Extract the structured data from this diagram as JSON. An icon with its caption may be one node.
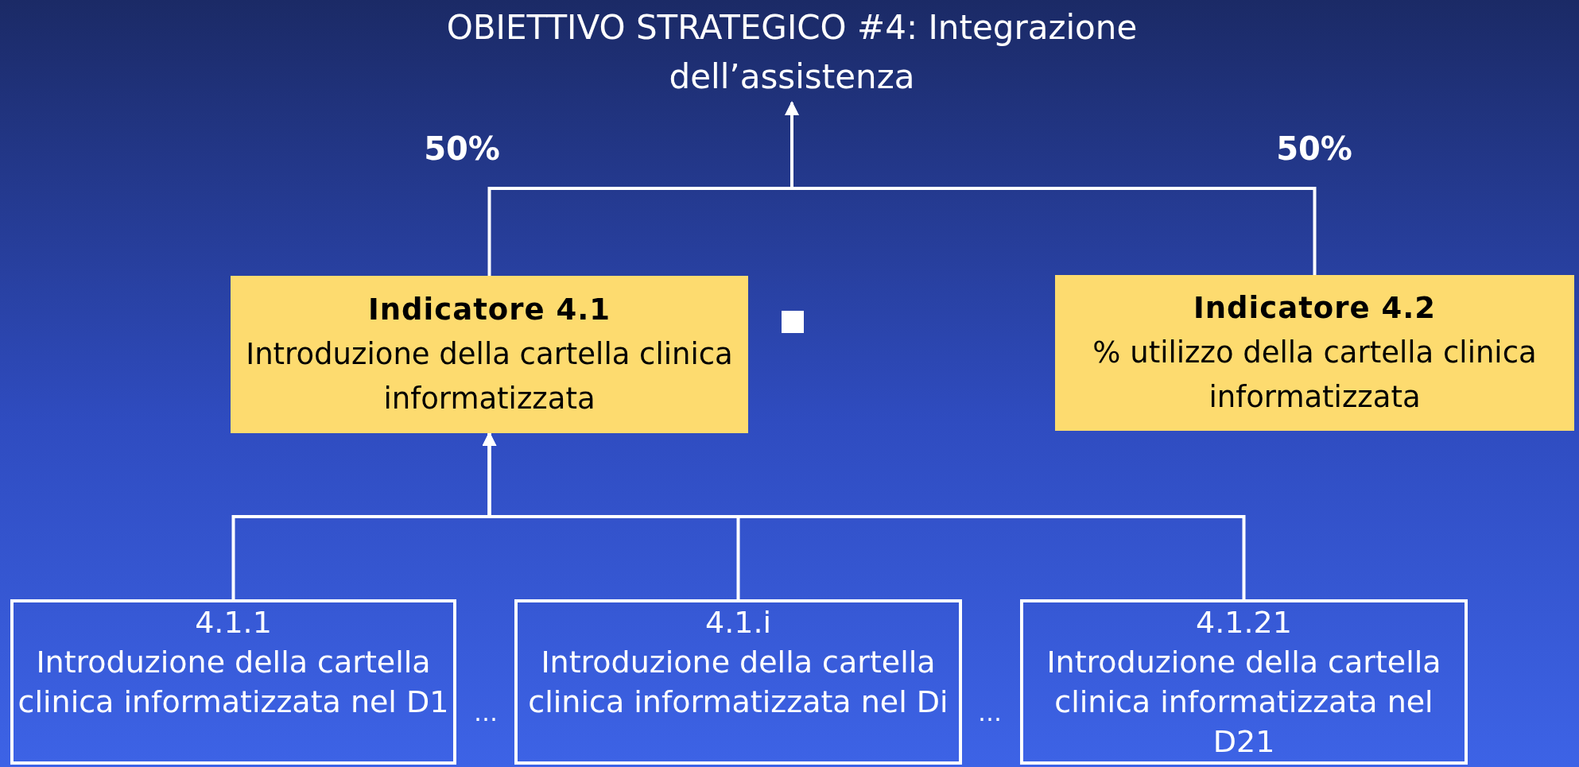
{
  "diagram": {
    "nodes": [
      {
        "text": [
          "OBIETTIVO STRATEGICO #4: Integrazione dell’assistenza"
        ]
      },
      {
        "text": [
          "Indicatore 4.1",
          "Introduzione della cartella clinica informatizzata"
        ]
      },
      {
        "text": [
          "Indicatore 4.2",
          "% utilizzo della cartella clinica informatizzata"
        ]
      },
      {
        "text": [
          "4.1.1",
          "Introduzione della cartella clinica informatizzata nel D1"
        ]
      },
      {
        "text": [
          "4.1.i",
          "Introduzione della cartella clinica informatizzata nel Di"
        ]
      },
      {
        "text": [
          "4.1.21",
          "Introduzione della cartella clinica informatizzata nel D21"
        ]
      }
    ],
    "edges": [
      {
        "from": 1,
        "to": 0,
        "arrow": "to",
        "label": "50%"
      },
      {
        "from": 2,
        "to": 0,
        "arrow": "to",
        "label": "50%"
      },
      {
        "from": 3,
        "to": 1,
        "arrow": "to"
      },
      {
        "from": 4,
        "to": 1,
        "arrow": "to"
      },
      {
        "from": 5,
        "to": 1,
        "arrow": "to"
      }
    ],
    "labels": [
      "…",
      "…"
    ]
  }
}
